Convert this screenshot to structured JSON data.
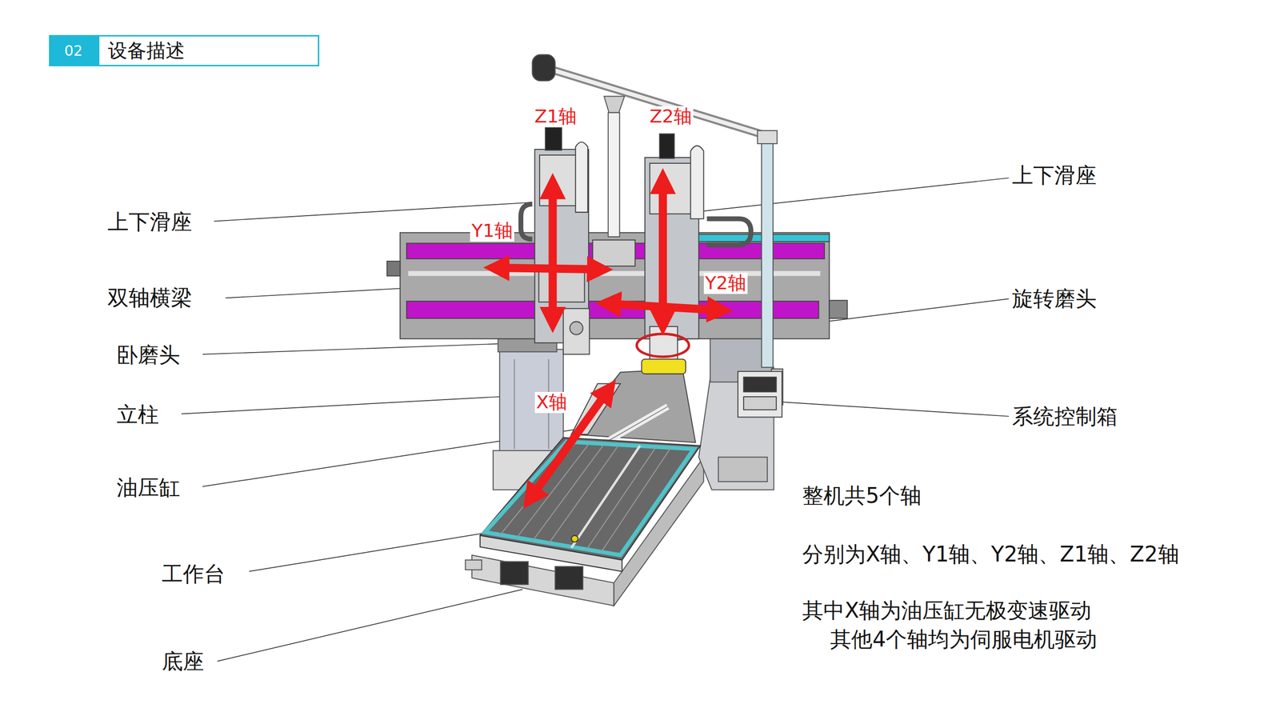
{
  "diagram": {
    "nodes": [
      {
        "text": [
          "02"
        ]
      },
      {
        "text": [
          "设备描述"
        ]
      }
    ],
    "labels": [
      "上下滑座",
      "双轴横梁",
      "卧磨头",
      "立柱",
      "油压缸",
      "工作台",
      "底座",
      "上下滑座",
      "旋转磨头",
      "系统控制箱",
      "Z1轴",
      "Z2轴",
      "Y1轴",
      "Y2轴",
      "X轴",
      "整机共5个轴",
      "分别为X轴、Y1轴、Y2轴、Z1轴、Z2轴",
      "其中X轴为油压缸无极变速驱动",
      "其他4个轴均为伺服电机驱动"
    ]
  }
}
